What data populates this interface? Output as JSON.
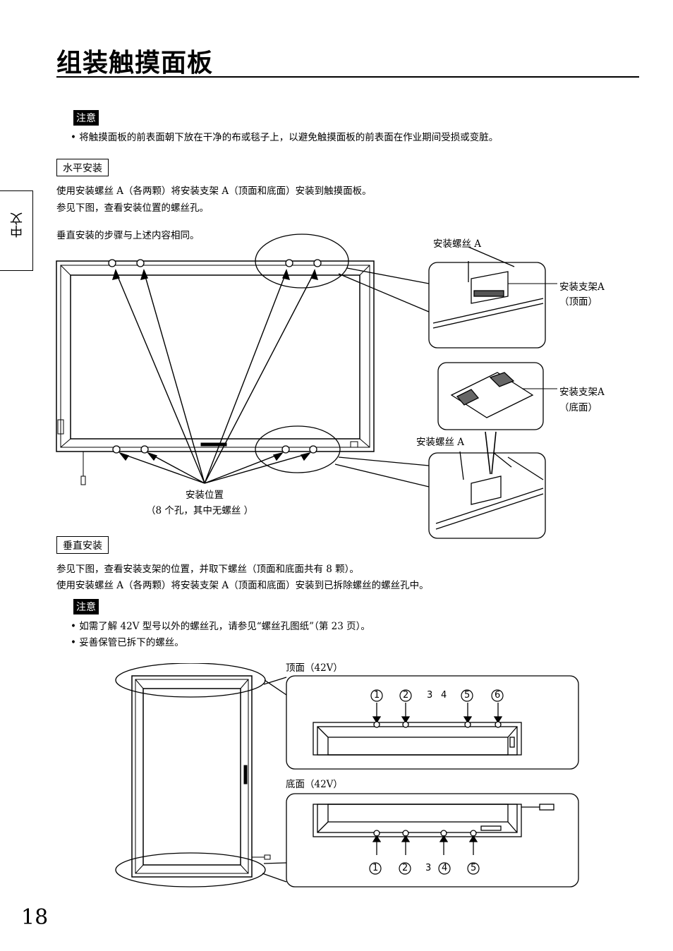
{
  "page": {
    "title": "组装触摸面板",
    "side_tab": "中文",
    "page_number": "18"
  },
  "caution1": {
    "badge": "注意",
    "bullet": "• 将触摸面板的前表面朝下放在干净的布或毯子上，以避免触摸面板的前表面在作业期间受损或变脏。"
  },
  "horizontal": {
    "label": "水平安装",
    "line1": "使用安装螺丝 A（各两颗）将安装支架 A（顶面和底面）安装到触摸面板。",
    "line2": "参见下图，查看安装位置的螺丝孔。",
    "line3": "垂直安装的步骤与上述内容相同。",
    "diagram": {
      "screw_top": "安装螺丝 A",
      "bracket_top_1": "安装支架A",
      "bracket_top_2": "（顶面）",
      "bracket_bottom_1": "安装支架A",
      "bracket_bottom_2": "（底面）",
      "screw_bottom": "安装螺丝 A",
      "position_1": "安装位置",
      "position_2": "（8 个孔，其中无螺丝 ）"
    }
  },
  "vertical": {
    "label": "垂直安装",
    "line1": "参见下图，查看安装支架的位置，并取下螺丝（顶面和底面共有 8 颗）。",
    "line2": "使用安装螺丝 A（各两颗）将安装支架 A（顶面和底面）安装到已拆除螺丝的螺丝孔中。"
  },
  "caution2": {
    "badge": "注意",
    "bullet1": "• 如需了解 42V 型号以外的螺丝孔，请参见“螺丝孔图纸”（第 23 页）。",
    "bullet2": "• 妥善保管已拆下的螺丝。"
  },
  "vertical_diagram": {
    "top_label": "顶面（42V）",
    "bottom_label": "底面（42V）",
    "top_numbers": [
      "1",
      "2",
      "3",
      "4",
      "5",
      "6"
    ],
    "bottom_numbers": [
      "1",
      "2",
      "3",
      "4",
      "5"
    ]
  }
}
